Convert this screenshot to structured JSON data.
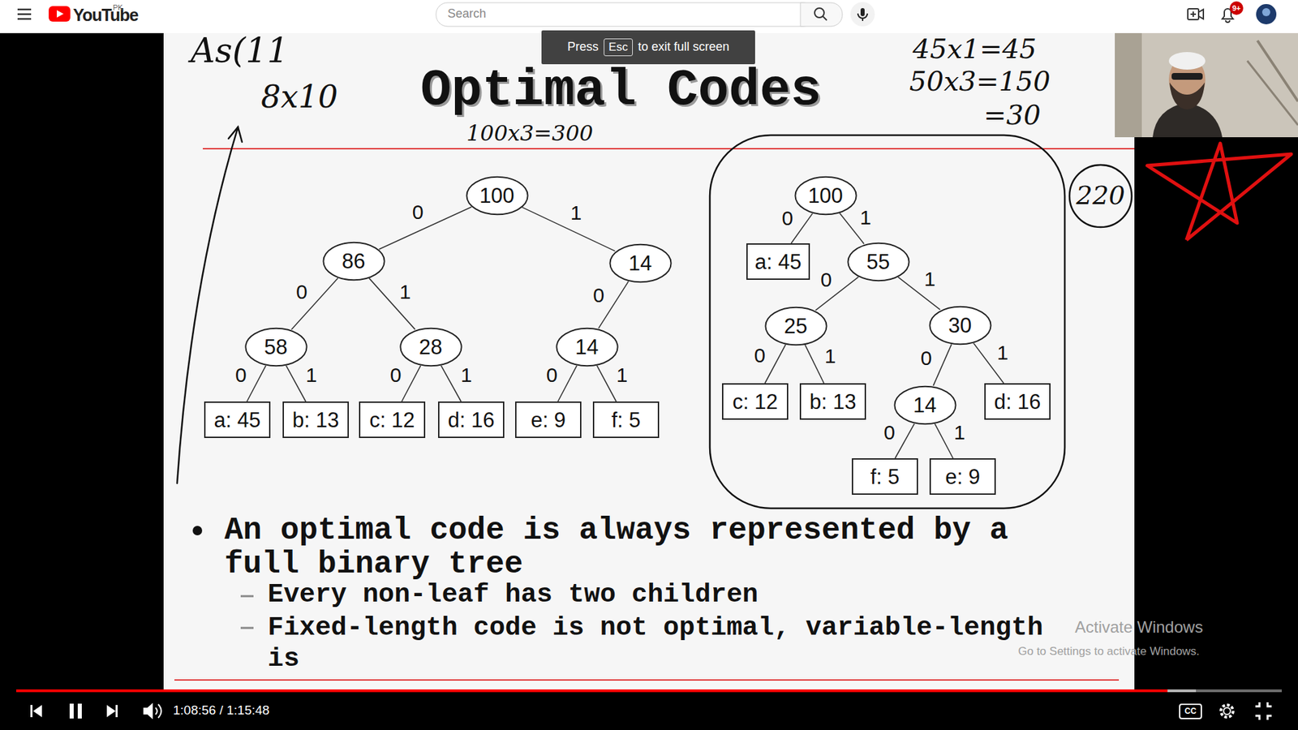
{
  "diagram": {
    "title": "Optimal Codes",
    "nodes": [
      {
        "text": [
          "100"
        ]
      },
      {
        "text": [
          "86"
        ]
      },
      {
        "text": [
          "14"
        ]
      },
      {
        "text": [
          "58"
        ]
      },
      {
        "text": [
          "28"
        ]
      },
      {
        "text": [
          "14"
        ]
      },
      {
        "text": [
          "a: 45"
        ]
      },
      {
        "text": [
          "b: 13"
        ]
      },
      {
        "text": [
          "c: 12"
        ]
      },
      {
        "text": [
          "d: 16"
        ]
      },
      {
        "text": [
          "e: 9"
        ]
      },
      {
        "text": [
          "f: 5"
        ]
      },
      {
        "text": [
          "100"
        ]
      },
      {
        "text": [
          "a: 45"
        ]
      },
      {
        "text": [
          "55"
        ]
      },
      {
        "text": [
          "25"
        ]
      },
      {
        "text": [
          "30"
        ]
      },
      {
        "text": [
          "c: 12"
        ]
      },
      {
        "text": [
          "b: 13"
        ]
      },
      {
        "text": [
          "14"
        ]
      },
      {
        "text": [
          "d: 16"
        ]
      },
      {
        "text": [
          "f: 5"
        ]
      },
      {
        "text": [
          "e: 9"
        ]
      }
    ],
    "edges": [
      {
        "from": 0,
        "to": 1,
        "label": "0",
        "arrow": "none"
      },
      {
        "from": 0,
        "to": 2,
        "label": "1",
        "arrow": "none"
      },
      {
        "from": 1,
        "to": 3,
        "label": "0",
        "arrow": "none"
      },
      {
        "from": 1,
        "to": 4,
        "label": "1",
        "arrow": "none"
      },
      {
        "from": 2,
        "to": 5,
        "label": "0",
        "arrow": "none"
      },
      {
        "from": 3,
        "to": 6,
        "label": "0",
        "arrow": "none"
      },
      {
        "from": 3,
        "to": 7,
        "label": "1",
        "arrow": "none"
      },
      {
        "from": 4,
        "to": 8,
        "label": "0",
        "arrow": "none"
      },
      {
        "from": 4,
        "to": 9,
        "label": "1",
        "arrow": "none"
      },
      {
        "from": 5,
        "to": 10,
        "label": "0",
        "arrow": "none"
      },
      {
        "from": 5,
        "to": 11,
        "label": "1",
        "arrow": "none"
      },
      {
        "from": 12,
        "to": 13,
        "label": "0",
        "arrow": "none"
      },
      {
        "from": 12,
        "to": 14,
        "label": "1",
        "arrow": "none"
      },
      {
        "from": 14,
        "to": 15,
        "label": "0",
        "arrow": "none"
      },
      {
        "from": 14,
        "to": 16,
        "label": "1",
        "arrow": "none"
      },
      {
        "from": 15,
        "to": 17,
        "label": "0",
        "arrow": "none"
      },
      {
        "from": 15,
        "to": 18,
        "label": "1",
        "arrow": "none"
      },
      {
        "from": 16,
        "to": 19,
        "label": "0",
        "arrow": "none"
      },
      {
        "from": 16,
        "to": 20,
        "label": "1",
        "arrow": "none"
      },
      {
        "from": 19,
        "to": 21,
        "label": "0",
        "arrow": "none"
      },
      {
        "from": 19,
        "to": 22,
        "label": "1",
        "arrow": "none"
      }
    ],
    "labels": [
      "An optimal code is always represented by a full binary tree",
      "Every non-leaf has two children",
      "Fixed-length code is not optimal, variable-length is",
      "As(11",
      "8x10",
      "100x3=300",
      "45x1=45",
      "50x3=150",
      "=30",
      "220",
      "YouTube",
      "PK",
      "Search",
      "Press",
      "Esc",
      "to exit full screen",
      "9+",
      "1:08:56 / 1:15:48",
      "CC",
      "Activate Windows",
      "Go to Settings to activate Windows."
    ]
  }
}
